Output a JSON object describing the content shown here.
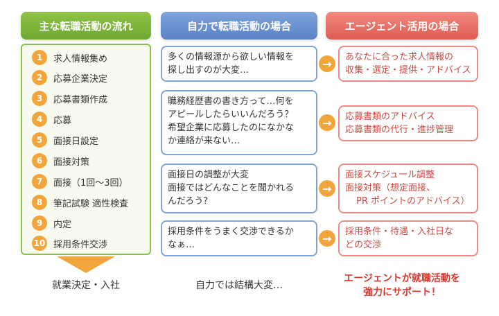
{
  "headers": {
    "flow": "主な転職活動の流れ",
    "self": "自力で転職活動の場合",
    "agent": "エージェント活用の場合"
  },
  "steps": [
    {
      "num": "1",
      "label": "求人情報集め"
    },
    {
      "num": "2",
      "label": "応募企業決定"
    },
    {
      "num": "3",
      "label": "応募書類作成"
    },
    {
      "num": "4",
      "label": "応募"
    },
    {
      "num": "5",
      "label": "面接日設定"
    },
    {
      "num": "6",
      "label": "面接対策"
    },
    {
      "num": "7",
      "label": "面接（1回〜3回）"
    },
    {
      "num": "8",
      "label": "筆記試験 適性検査"
    },
    {
      "num": "9",
      "label": "内定"
    },
    {
      "num": "10",
      "label": "採用条件交渉"
    }
  ],
  "self_cases": [
    {
      "lines": [
        "多くの情報源から欲しい情報を",
        "探し出すのが大変…"
      ]
    },
    {
      "lines": [
        "職務経歴書の書き方って…何を",
        "アピールしたらいいんだろう？",
        "希望企業に応募したのになかな",
        "か連絡が来ない…"
      ]
    },
    {
      "lines": [
        "面接日の調整が大変",
        "面接ではどんなことを聞かれる",
        "んだろう？"
      ]
    },
    {
      "lines": [
        "採用条件をうまく交渉できるか",
        "なぁ…"
      ]
    }
  ],
  "agent_cases": [
    {
      "lines": [
        "あなたに合った求人情報の",
        "収集・選定・提供・アドバイス"
      ]
    },
    {
      "lines": [
        "応募書類のアドバイス",
        "応募書類の代行・進捗管理"
      ]
    },
    {
      "lines": [
        "面接スケジュール調整",
        "面接対策（想定面接、",
        "PR ポイントのアドバイス）"
      ]
    },
    {
      "lines": [
        "採用条件・待遇・入社日な",
        "どの交渉"
      ]
    }
  ],
  "arrow_glyph": "→",
  "footer": {
    "flow": "就業決定・入社",
    "self": "自力では結構大変…",
    "agent_line1": "エージェントが就職活動を",
    "agent_line2": "強力にサポート！"
  },
  "colors": {
    "flow_green": "#8cbf4a",
    "self_blue": "#7fa4dc",
    "agent_red": "#df5c52",
    "accent_orange": "#f2a53a"
  }
}
